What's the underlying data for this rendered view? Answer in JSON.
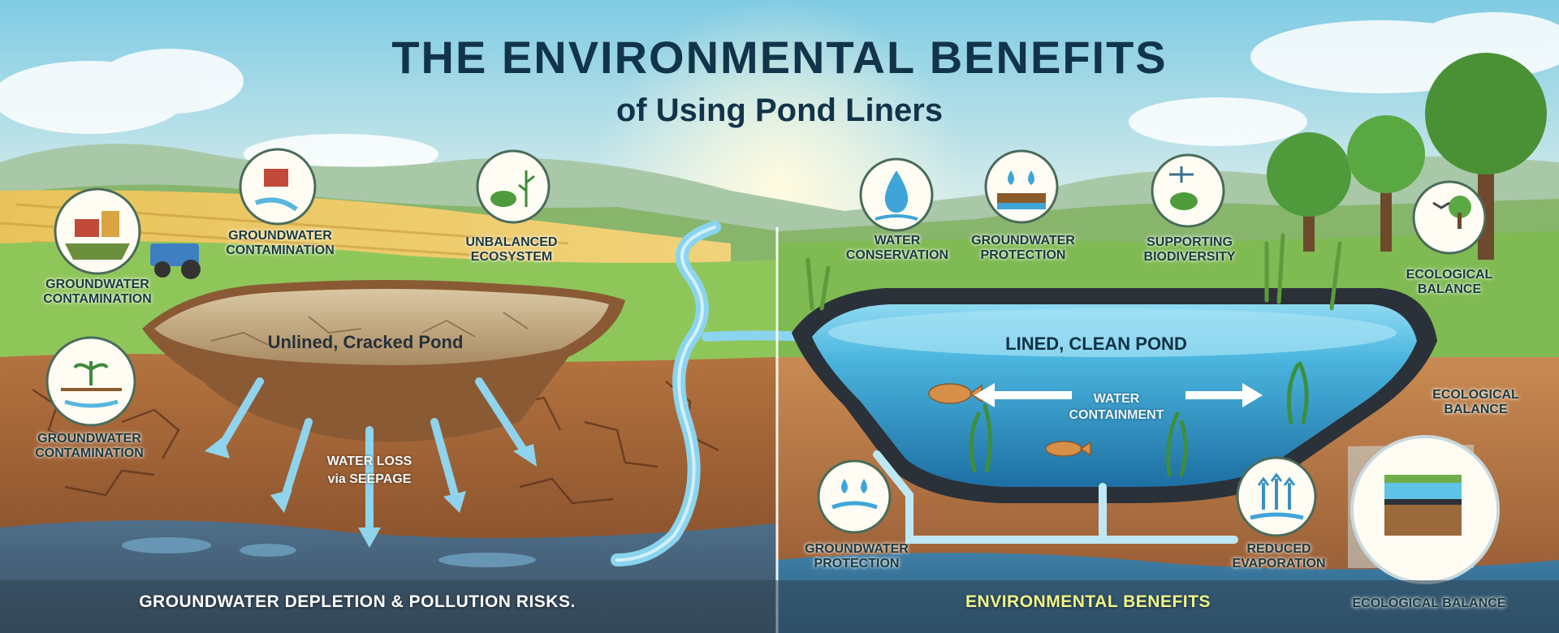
{
  "title": "THE ENVIRONMENTAL BENEFITS",
  "subtitle": "of Using Pond Liners",
  "left_panel": {
    "pond_label": "Unlined, Cracked Pond",
    "labels": {
      "contamination_top": "GROUNDWATER CONTAMINATION",
      "contamination_left": "GROUNDWATER CONTAMINATION",
      "contamination_lower": "GROUNDWATER CONTAMINATION",
      "ecosystem": "UNBALANCED ECOSYSTEM",
      "water_loss_1": "WATER LOSS",
      "water_loss_2": "via SEEPAGE"
    },
    "banner": "GROUNDWATER DEPLETION & POLLUTION RISKS."
  },
  "right_panel": {
    "pond_label": "LINED, CLEAN POND",
    "labels": {
      "water_conservation": "WATER CONSERVATION",
      "groundwater_protection_top": "GROUNDWATER PROTECTION",
      "biodiversity": "SUPPORTING BIODIVERSITY",
      "ecological_balance_top": "ECOLOGICAL BALANCE",
      "ecological_balance_mid": "ECOLOGICAL BALANCE",
      "containment_1": "WATER",
      "containment_2": "CONTAINMENT",
      "groundwater_protection_bottom": "GROUNDWATER PROTECTION",
      "evaporation": "REDUCED EVAPORATION",
      "ecological_balance_bottom": "ECOLOGICAL BALANCE"
    },
    "banner": "ENVIRONMENTAL BENEFITS"
  },
  "icons": {
    "farm": "farm-icon",
    "barn": "barn-stream-icon",
    "frog": "frog-plant-icon",
    "sprout": "sprout-roots-icon",
    "droplet": "water-drop-icon",
    "drops_ground": "drops-ground-icon",
    "biodiversity": "frog-dragonfly-icon",
    "eco": "bird-tree-icon",
    "evaporation": "evaporation-arrows-icon",
    "layers": "liner-layers-icon"
  },
  "colors": {
    "sky_top": "#7fcbe4",
    "sky_bottom": "#fdf6d8",
    "grass": "#8fc65a",
    "soil": "#a86a3c",
    "deep_soil": "#6d3f24",
    "clean_water": "#49b3dd",
    "muddy_water": "#c9b58f",
    "liner": "#2b3138",
    "title": "#12344a",
    "banner_right": "#f1f58a"
  }
}
